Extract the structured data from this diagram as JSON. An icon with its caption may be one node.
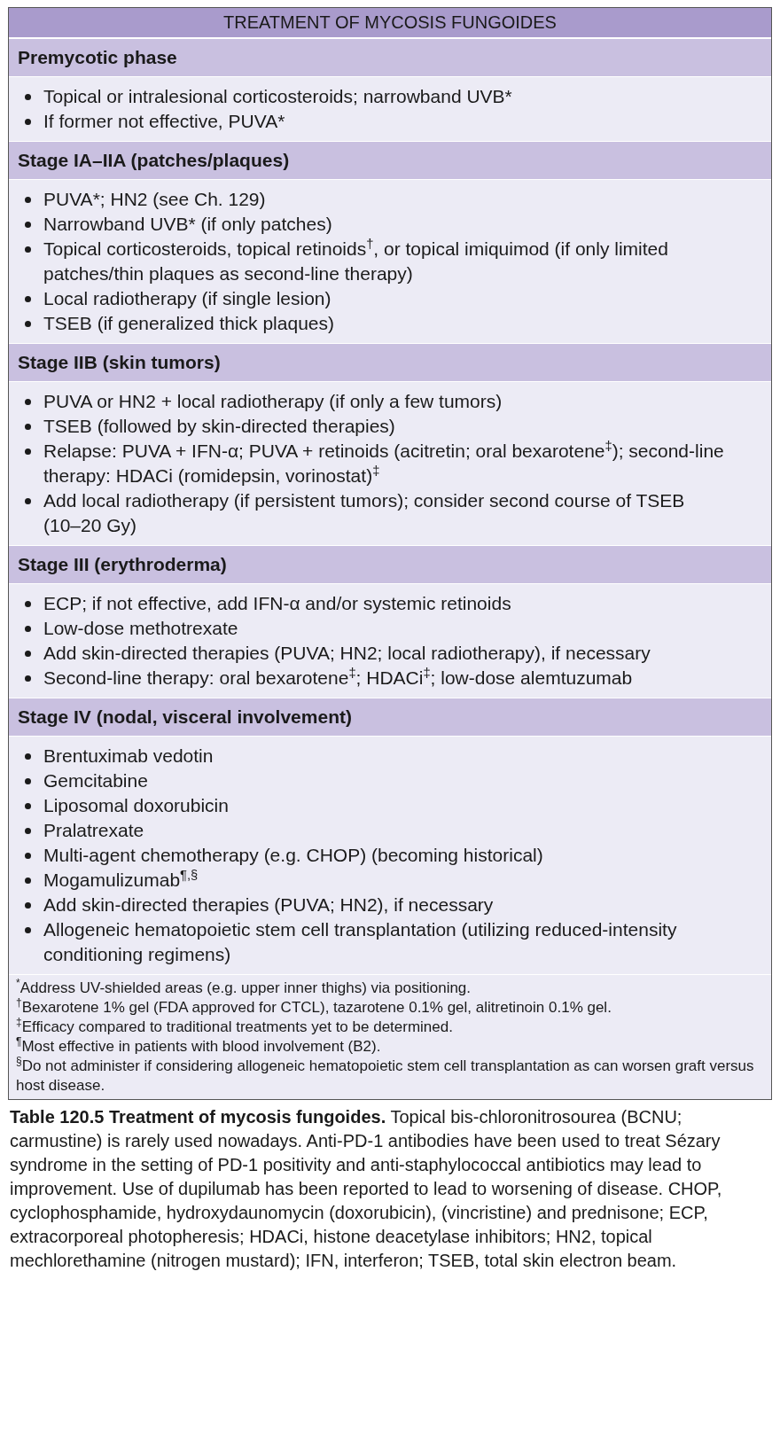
{
  "diagram": {
    "title": "TREATMENT OF MYCOSIS FUNGOIDES",
    "caption": "**Table 120.5 Treatment of mycosis fungoides.** Topical bis-chloronitrosourea (BCNU; carmustine) is rarely used nowadays. Anti-PD-1 antibodies have been used to treat Sézary syndrome in the setting of PD-1 positivity and anti-staphylococcal antibiotics may lead to improvement. Use of dupilumab has been reported to lead to worsening of disease. CHOP, cyclophosphamide, hydroxydaunomycin (doxorubicin), (vincristine) and prednisone; ECP, extracorporeal photopheresis; HDACi, histone deacetylase inhibitors; HN2, topical mechlorethamine (nitrogen mustard); IFN, interferon; TSEB, total skin electron beam.",
    "labels": [
      "Premycotic phase",
      "Topical or intralesional corticosteroids; narrowband UVB*",
      "If former not effective, PUVA*",
      "Stage IA–IIA (patches/plaques)",
      "PUVA*; HN2 (see Ch. 129)",
      "Narrowband UVB* (if only patches)",
      "Topical corticosteroids, topical retinoids$^{†}$, or topical imiquimod (if only limited patches/thin plaques as second-line therapy)",
      "Local radiotherapy (if single lesion)",
      "TSEB (if generalized thick plaques)",
      "Stage IIB (skin tumors)",
      "PUVA or HN2 + local radiotherapy (if only a few tumors)",
      "TSEB (followed by skin-directed therapies)",
      "Relapse: PUVA + IFN-α; PUVA + retinoids (acitretin; oral bexarotene$^{‡}$); second-line therapy: HDACi (romidepsin, vorinostat)$^{‡}$",
      "Add local radiotherapy (if persistent tumors); consider second course of TSEB (10–20 Gy)",
      "Stage III (erythroderma)",
      "ECP; if not effective, add IFN-α and/or systemic retinoids",
      "Low-dose methotrexate",
      "Add skin-directed therapies (PUVA; HN2; local radiotherapy), if necessary",
      "Second-line therapy: oral bexarotene$^{‡}$; HDACi$^{‡}$; low-dose alemtuzumab",
      "Stage IV (nodal, visceral involvement)",
      "Brentuximab vedotin",
      "Gemcitabine",
      "Liposomal doxorubicin",
      "Pralatrexate",
      "Multi-agent chemotherapy (e.g. CHOP) (becoming historical)",
      "Mogamulizumab$^{¶,§}$",
      "Add skin-directed therapies (PUVA; HN2), if necessary",
      "Allogeneic hematopoietic stem cell transplantation (utilizing reduced-intensity conditioning regimens)",
      "$^{*}$Address UV-shielded areas (e.g. upper inner thighs) via positioning.",
      "$^{†}$Bexarotene 1% gel (FDA approved for CTCL), tazarotene 0.1% gel, alitretinoin 0.1% gel.",
      "$^{‡}$Efficacy compared to traditional treatments yet to be determined.",
      "$^{¶}$Most effective in patients with blood involvement (B2).",
      "$^{§}$Do not administer if considering allogeneic hematopoietic stem cell transplantation as can worsen graft versus host disease."
    ]
  }
}
